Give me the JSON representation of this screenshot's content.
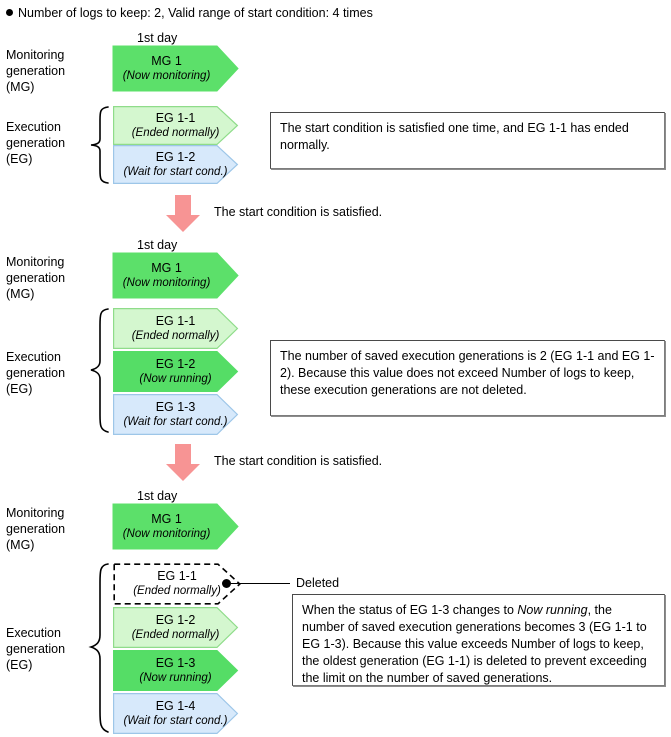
{
  "header": {
    "bullet_text": "Number of logs to keep: 2, Valid range of start condition: 4 times"
  },
  "labels": {
    "monitoring_generation_l1": "Monitoring",
    "monitoring_generation_l2": "generation",
    "monitoring_generation_l3": "(MG)",
    "execution_generation_l1": "Execution",
    "execution_generation_l2": "generation",
    "execution_generation_l3": "(EG)",
    "day_caption": "1st day",
    "deleted_label": "Deleted"
  },
  "transition": {
    "text": "The start condition is satisfied.",
    "arrow_color": "#f79494"
  },
  "colors": {
    "monitoring_fill": "#5ce06a",
    "monitoring_border": "#2fa83f",
    "running_fill": "#55dd66",
    "running_border": "#2fa83f",
    "ended_fill": "#d4f7cf",
    "ended_border": "#8fdc8a",
    "waiting_fill": "#d7e9fb",
    "waiting_border": "#9dc6e8",
    "deleted_border": "#000000",
    "box_border": "#4a4a4a",
    "text": "#000000"
  },
  "stages": [
    {
      "id": "stage-1",
      "monitoring": [
        {
          "name": "MG 1",
          "status": "(Now monitoring)",
          "state": "monitoring"
        }
      ],
      "execution": [
        {
          "name": "EG 1-1",
          "status": "(Ended normally)",
          "state": "ended"
        },
        {
          "name": "EG 1-2",
          "status": "(Wait for start cond.)",
          "state": "waiting"
        }
      ],
      "description": "The start condition is satisfied one time, and EG 1-1 has ended normally."
    },
    {
      "id": "stage-2",
      "monitoring": [
        {
          "name": "MG 1",
          "status": "(Now monitoring)",
          "state": "monitoring"
        }
      ],
      "execution": [
        {
          "name": "EG 1-1",
          "status": "(Ended normally)",
          "state": "ended"
        },
        {
          "name": "EG 1-2",
          "status": "(Now running)",
          "state": "running"
        },
        {
          "name": "EG 1-3",
          "status": "(Wait for start cond.)",
          "state": "waiting"
        }
      ],
      "description": "The number of saved execution generations is 2 (EG 1-1 and EG 1-2). Because this value does not exceed Number of logs to keep, these execution generations are not deleted."
    },
    {
      "id": "stage-3",
      "monitoring": [
        {
          "name": "MG 1",
          "status": "(Now monitoring)",
          "state": "monitoring"
        }
      ],
      "execution": [
        {
          "name": "EG 1-1",
          "status": "(Ended normally)",
          "state": "deleted"
        },
        {
          "name": "EG 1-2",
          "status": "(Ended normally)",
          "state": "ended"
        },
        {
          "name": "EG 1-3",
          "status": "(Now running)",
          "state": "running"
        },
        {
          "name": "EG 1-4",
          "status": "(Wait for start cond.)",
          "state": "waiting"
        }
      ],
      "description_parts": [
        {
          "t": "When the status of EG 1-3 changes to ",
          "i": false
        },
        {
          "t": "Now running",
          "i": true
        },
        {
          "t": ", the number of saved execution generations becomes 3 (EG 1-1 to EG 1-3). Because this value exceeds Number of logs to keep, the oldest generation (EG 1-1) is deleted to prevent exceeding the limit on the number of saved generations.",
          "i": false
        }
      ],
      "description": "When the status of EG 1-3 changes to Now running, the number of saved execution generations becomes 3 (EG 1-1 to EG 1-3). Because this value exceeds Number of logs to keep, the oldest generation (EG 1-1) is deleted to prevent exceeding the limit on the number of saved generations."
    }
  ]
}
